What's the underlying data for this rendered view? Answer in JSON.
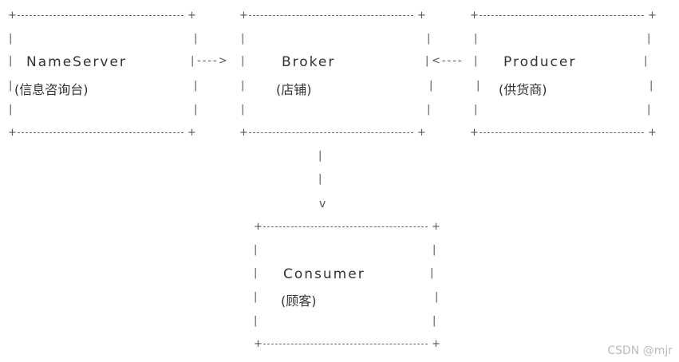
{
  "nodes": {
    "nameserver": {
      "name": "NameServer",
      "desc": "(信息咨询台)"
    },
    "broker": {
      "name": "Broker",
      "desc": "(店铺)"
    },
    "producer": {
      "name": "Producer",
      "desc": "(供货商)"
    },
    "consumer": {
      "name": "Consumer",
      "desc": "(顾客)"
    }
  },
  "ascii": {
    "corner": "+",
    "bar": "|",
    "arrow_ns_broker": "---->",
    "arrow_producer_broker": "<----",
    "arrow_down_head": "v"
  },
  "watermark": "CSDN @mjr"
}
